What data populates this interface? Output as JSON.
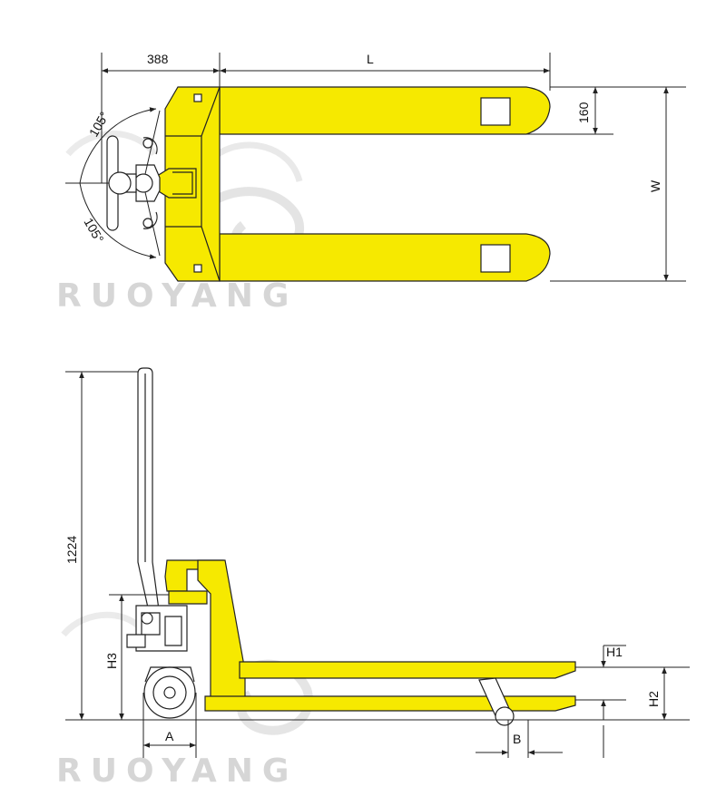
{
  "top_view": {
    "dims": {
      "handle_offset": "388",
      "fork_length": "L",
      "fork_width": "160",
      "overall_width": "W",
      "angle_top": "105°",
      "angle_bottom": "105°"
    }
  },
  "side_view": {
    "dims": {
      "handle_height": "1224",
      "h3": "H3",
      "a": "A",
      "b": "B",
      "h1": "H1",
      "h2": "H2"
    }
  },
  "watermark": {
    "text": "RUOYANG"
  },
  "colors": {
    "body": "#f6e900",
    "outline": "#222222",
    "watermark": "#d6d6d6"
  }
}
